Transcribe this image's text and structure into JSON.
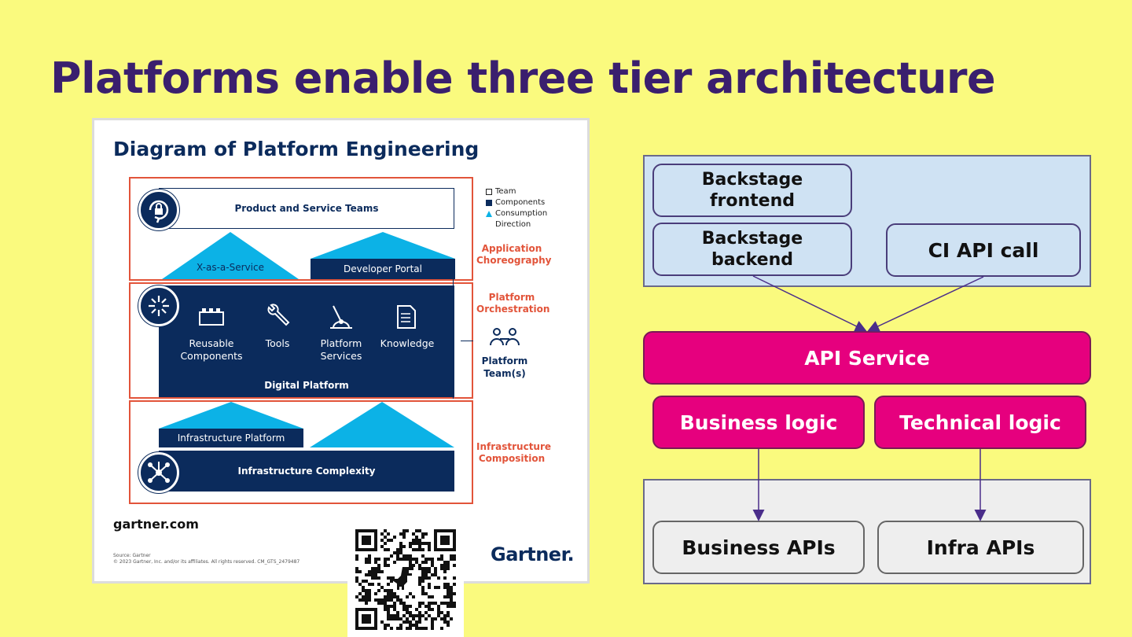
{
  "slide": {
    "title": "Platforms enable three tier architecture"
  },
  "gartner": {
    "title": "Diagram of Platform Engineering",
    "product_teams": "Product and Service Teams",
    "xaas": "X-as-a-Service",
    "developer_portal": "Developer Portal",
    "items": [
      {
        "label": "Reusable\nComponents",
        "icon": "bricks-icon"
      },
      {
        "label": "Tools",
        "icon": "wrench-icon"
      },
      {
        "label": "Platform\nServices",
        "icon": "joystick-icon"
      },
      {
        "label": "Knowledge",
        "icon": "document-icon"
      }
    ],
    "digital_platform": "Digital Platform",
    "infrastructure_platform": "Infrastructure Platform",
    "infrastructure_complexity": "Infrastructure Complexity",
    "legend": {
      "team": "Team",
      "components": "Components",
      "consumption": "Consumption",
      "direction": "Direction"
    },
    "side_labels": {
      "application": [
        "Application",
        "Choreography"
      ],
      "platform": [
        "Platform",
        "Orchestration"
      ],
      "infrastructure": [
        "Infrastructure",
        "Composition"
      ]
    },
    "platform_teams": [
      "Platform",
      "Team(s)"
    ],
    "site": "gartner.com",
    "source": "Source: Gartner",
    "copyright": "© 2023 Gartner, Inc. and/or its affiliates. All rights reserved. CM_GTS_2479487",
    "logo": "Gartner."
  },
  "diagram": {
    "backstage_frontend": [
      "Backstage",
      "frontend"
    ],
    "backstage_backend": [
      "Backstage",
      "backend"
    ],
    "ci_api_call": "CI API call",
    "api_service": "API Service",
    "business_logic": "Business logic",
    "technical_logic": "Technical logic",
    "business_apis": "Business APIs",
    "infra_apis": "Infra APIs"
  },
  "colors": {
    "background": "#fafa7e",
    "title": "#3a1f6e",
    "navy": "#0b2b5c",
    "cyan": "#0cb2e6",
    "red": "#e2543a",
    "magenta": "#e6007e",
    "light_blue": "#cfe2f3",
    "light_gray": "#eeeeee"
  }
}
